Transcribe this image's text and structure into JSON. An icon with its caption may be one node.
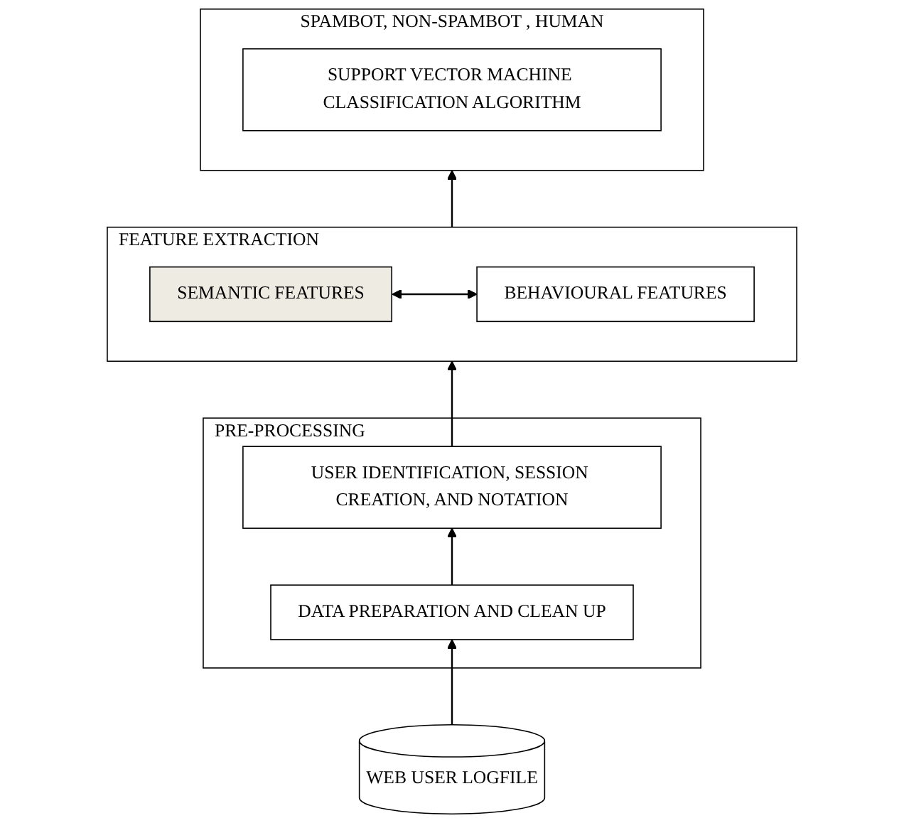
{
  "diagram": {
    "nodes": [
      {
        "text": [
          "SPAMBOT, NON-SPAMBOT , HUMAN"
        ]
      },
      {
        "text": [
          "SUPPORT VECTOR MACHINE CLASSIFICATION ALGORITHM"
        ],
        "in": 0
      },
      {
        "text": [
          "FEATURE EXTRACTION"
        ]
      },
      {
        "text": [
          "SEMANTIC FEATURES"
        ],
        "in": 2
      },
      {
        "text": [
          "BEHAVIOURAL FEATURES"
        ],
        "in": 2
      },
      {
        "text": [
          "PRE-PROCESSING"
        ]
      },
      {
        "text": [
          "DATA PREPARATION AND CLEAN UP"
        ],
        "in": 5
      },
      {
        "text": [
          "USER IDENTIFICATION, SESSION CREATION, AND NOTATION"
        ],
        "in": 5
      },
      {
        "text": [
          "WEB USER LOGFILE"
        ]
      }
    ],
    "edges": [
      {
        "from": 2,
        "to": 0,
        "arrow": "to"
      },
      {
        "from": 3,
        "to": 4,
        "arrow": "both"
      },
      {
        "from": 6,
        "to": 7,
        "arrow": "to"
      },
      {
        "from": 8,
        "to": 6,
        "arrow": "to"
      },
      {
        "from": 7,
        "to": 2,
        "arrow": "to"
      }
    ]
  }
}
